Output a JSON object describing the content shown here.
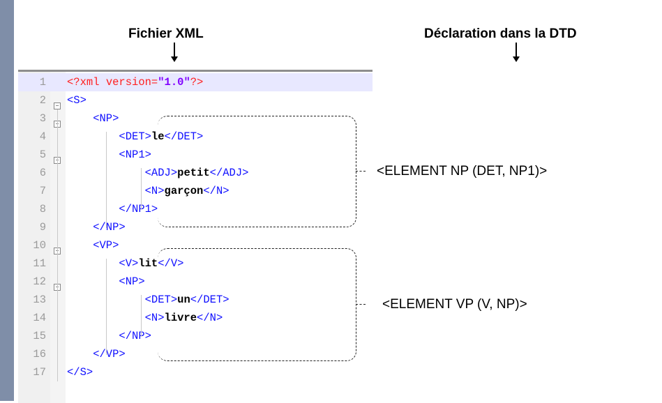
{
  "headings": {
    "xml_file": "Fichier XML",
    "dtd_declaration": "Déclaration dans la DTD"
  },
  "editor": {
    "lines": [
      {
        "n": "1",
        "parts": [
          {
            "t": "<?xml ",
            "c": "decl"
          },
          {
            "t": "version=",
            "c": "attr"
          },
          {
            "t": "\"1.0\"",
            "c": "val"
          },
          {
            "t": "?>",
            "c": "decl"
          }
        ]
      },
      {
        "n": "2",
        "parts": [
          {
            "t": "<S>",
            "c": "tag"
          }
        ]
      },
      {
        "n": "3",
        "parts": [
          {
            "t": "    <NP>",
            "c": "tag"
          }
        ]
      },
      {
        "n": "4",
        "parts": [
          {
            "t": "        <DET>",
            "c": "tag"
          },
          {
            "t": "le",
            "c": "txt"
          },
          {
            "t": "</DET>",
            "c": "tag"
          }
        ]
      },
      {
        "n": "5",
        "parts": [
          {
            "t": "        <NP1>",
            "c": "tag"
          }
        ]
      },
      {
        "n": "6",
        "parts": [
          {
            "t": "            <ADJ>",
            "c": "tag"
          },
          {
            "t": "petit",
            "c": "txt"
          },
          {
            "t": "</ADJ>",
            "c": "tag"
          }
        ]
      },
      {
        "n": "7",
        "parts": [
          {
            "t": "            <N>",
            "c": "tag"
          },
          {
            "t": "garçon",
            "c": "txt"
          },
          {
            "t": "</N>",
            "c": "tag"
          }
        ]
      },
      {
        "n": "8",
        "parts": [
          {
            "t": "        </NP1>",
            "c": "tag"
          }
        ]
      },
      {
        "n": "9",
        "parts": [
          {
            "t": "    </NP>",
            "c": "tag"
          }
        ]
      },
      {
        "n": "10",
        "parts": [
          {
            "t": "    <VP>",
            "c": "tag"
          }
        ]
      },
      {
        "n": "11",
        "parts": [
          {
            "t": "        <V>",
            "c": "tag"
          },
          {
            "t": "lit",
            "c": "txt"
          },
          {
            "t": "</V>",
            "c": "tag"
          }
        ]
      },
      {
        "n": "12",
        "parts": [
          {
            "t": "        <NP>",
            "c": "tag"
          }
        ]
      },
      {
        "n": "13",
        "parts": [
          {
            "t": "            <DET>",
            "c": "tag"
          },
          {
            "t": "un",
            "c": "txt"
          },
          {
            "t": "</DET>",
            "c": "tag"
          }
        ]
      },
      {
        "n": "14",
        "parts": [
          {
            "t": "            <N>",
            "c": "tag"
          },
          {
            "t": "livre",
            "c": "txt"
          },
          {
            "t": "</N>",
            "c": "tag"
          }
        ]
      },
      {
        "n": "15",
        "parts": [
          {
            "t": "        </NP>",
            "c": "tag"
          }
        ]
      },
      {
        "n": "16",
        "parts": [
          {
            "t": "    </VP>",
            "c": "tag"
          }
        ]
      },
      {
        "n": "17",
        "parts": [
          {
            "t": "</S>",
            "c": "tag"
          }
        ]
      }
    ]
  },
  "annotations": {
    "np": "<ELEMENT NP (DET, NP1)>",
    "vp": "<ELEMENT VP (V, NP)>"
  },
  "colors": {
    "tag": "#1010ff",
    "declaration": "#ff2020",
    "value": "#8000ff",
    "highlight_line": "#e8e8ff",
    "left_bar": "#7f8ea8"
  },
  "icons": {
    "fold_open": "minus-box-icon",
    "arrow": "arrow-down-icon"
  }
}
